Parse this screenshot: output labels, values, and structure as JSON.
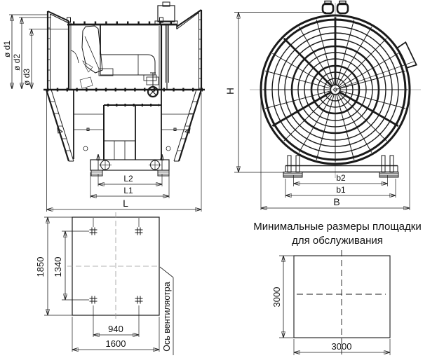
{
  "side_view": {
    "dia1": "ø d1",
    "dia2": "ø d2",
    "dia3": "ø d3",
    "len2": "L2",
    "len1": "L1",
    "len": "L"
  },
  "front_view": {
    "height": "H",
    "width_b2": "b2",
    "width_b1": "b1",
    "width_b": "B"
  },
  "foundation_plan": {
    "plate_height": "1850",
    "bolt_pitch_v": "1340",
    "bolt_pitch_h": "940",
    "plate_width": "1600",
    "axis_label": "Ось вентиляотра"
  },
  "service_platform": {
    "title_line1": "Минимальные размеры площадки",
    "title_line2": "для обслуживания",
    "dim_v": "3000",
    "dim_h": "3000"
  },
  "colors": {
    "ink": "#1a1a1a",
    "centerline": "#9a9a9a",
    "motor_fill": "#cfcfcf"
  }
}
